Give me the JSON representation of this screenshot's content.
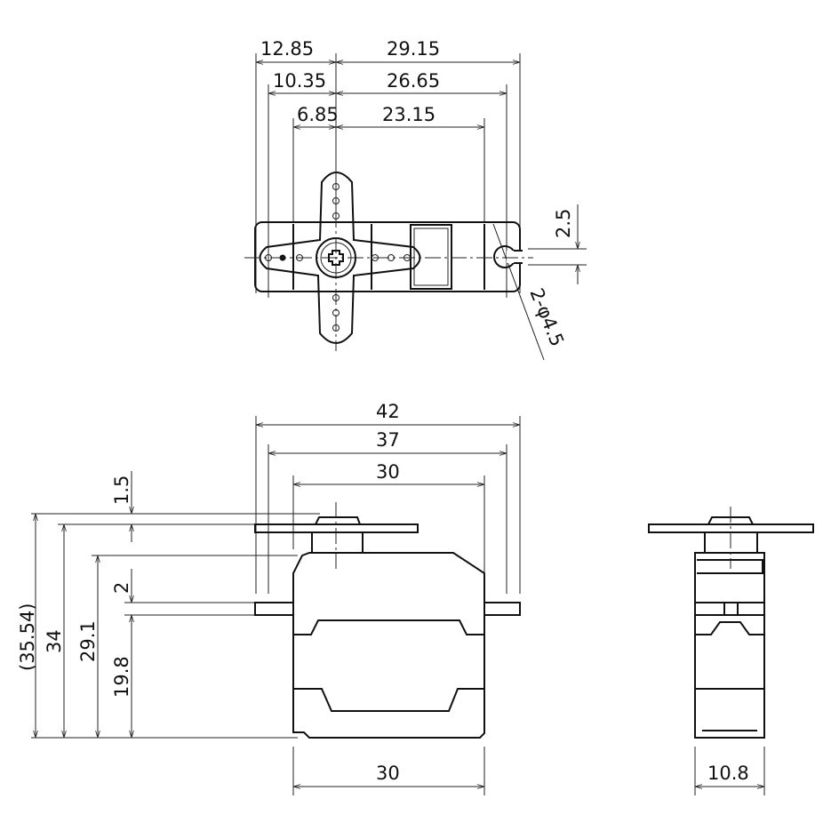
{
  "top_view": {
    "dims": {
      "d12_85": "12.85",
      "d29_15": "29.15",
      "d10_35": "10.35",
      "d26_65": "26.65",
      "d6_85": "6.85",
      "d23_15": "23.15",
      "d2_5": "2.5",
      "holes": "2-φ4.5"
    }
  },
  "front_view": {
    "dims": {
      "d42": "42",
      "d37": "37",
      "d30_top": "30",
      "d30_bottom": "30",
      "d35_54": "(35.54)",
      "d34": "34",
      "d29_1": "29.1",
      "d19_8": "19.8",
      "d2": "2",
      "d1_5": "1.5"
    }
  },
  "side_view": {
    "dims": {
      "d10_8": "10.8"
    }
  },
  "colors": {
    "line": "#111111",
    "background": "#ffffff"
  }
}
